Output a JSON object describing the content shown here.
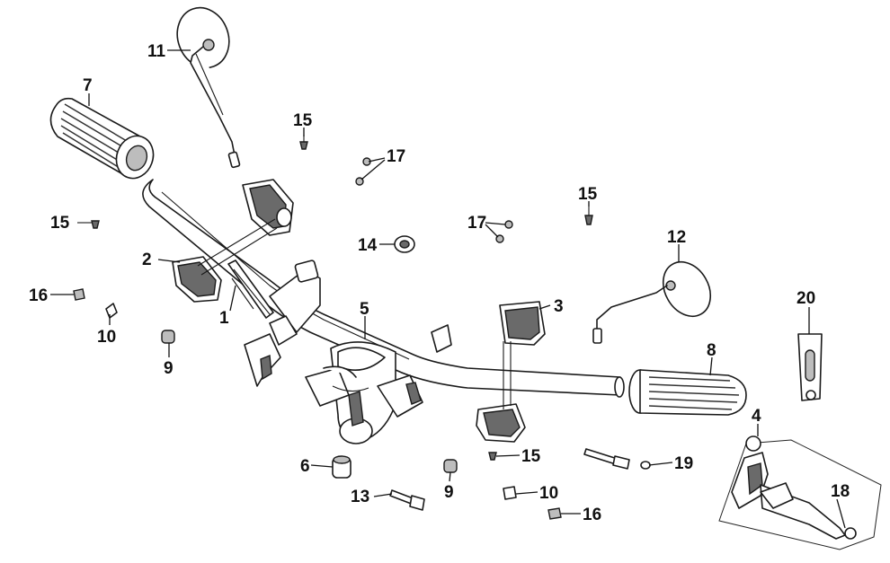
{
  "callouts": {
    "c1": "1",
    "c2": "2",
    "c3": "3",
    "c4": "4",
    "c5": "5",
    "c6": "6",
    "c7": "7",
    "c8": "8",
    "c9a": "9",
    "c9b": "9",
    "c10a": "10",
    "c10b": "10",
    "c11": "11",
    "c12": "12",
    "c13": "13",
    "c14": "14",
    "c15a": "15",
    "c15b": "15",
    "c15c": "15",
    "c15d": "15",
    "c16a": "16",
    "c16b": "16",
    "c17a": "17",
    "c17b": "17",
    "c18": "18",
    "c19": "19",
    "c20": "20"
  },
  "colors": {
    "line": "#1a1a1a",
    "fill_dark": "#6a6a6a",
    "fill_mid": "#bdbdbd",
    "background": "#ffffff"
  }
}
